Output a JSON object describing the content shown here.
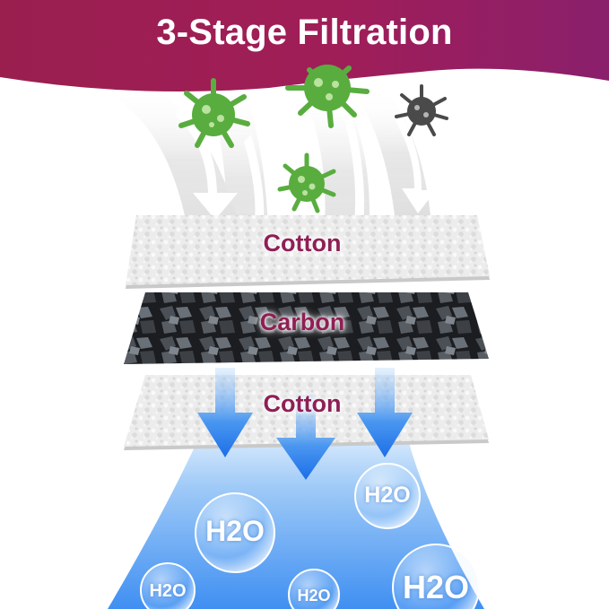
{
  "title": "3-Stage Filtration",
  "layers": [
    {
      "label": "Cotton"
    },
    {
      "label": "Carbon"
    },
    {
      "label": "Cotton"
    }
  ],
  "molecules": [
    {
      "label": "H2O"
    },
    {
      "label": "H2O"
    },
    {
      "label": "H2O"
    },
    {
      "label": "H2O"
    },
    {
      "label": "H2O"
    }
  ],
  "colors": {
    "banner": "#8f1f55",
    "label_text": "#8f1f55",
    "germ_green": "#59ad3f",
    "germ_grey": "#4a4a4a",
    "water": "#3f8ff2"
  },
  "icons": [
    "germ-icon",
    "germ-icon",
    "germ-icon",
    "germ-icon",
    "arrow-down-icon",
    "water-bubble-icon"
  ]
}
